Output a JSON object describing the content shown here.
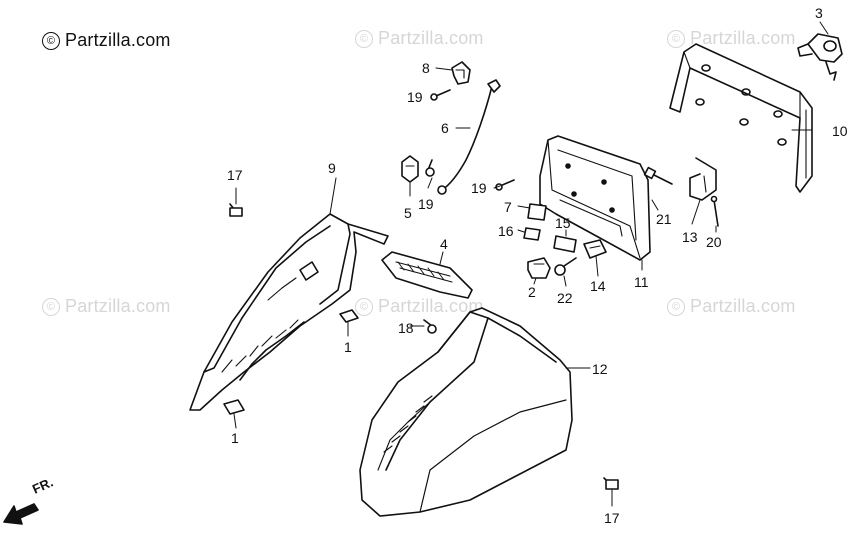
{
  "watermark": {
    "main": "Partzilla.com",
    "faint": "Partzilla.com",
    "copyright_symbol": "©"
  },
  "front_indicator": "FR.",
  "callouts": {
    "c1a": "1",
    "c1b": "1",
    "c2": "2",
    "c3": "3",
    "c4": "4",
    "c5": "5",
    "c6": "6",
    "c7": "7",
    "c8": "8",
    "c9": "9",
    "c10": "10",
    "c11": "11",
    "c12": "12",
    "c13": "13",
    "c14": "14",
    "c15": "15",
    "c16": "16",
    "c17a": "17",
    "c17b": "17",
    "c18": "18",
    "c19a": "19",
    "c19b": "19",
    "c19c": "19",
    "c20": "20",
    "c21": "21",
    "c22": "22"
  },
  "colors": {
    "ink": "#111111",
    "watermark": "#d6d6d6",
    "paper": "#ffffff"
  }
}
